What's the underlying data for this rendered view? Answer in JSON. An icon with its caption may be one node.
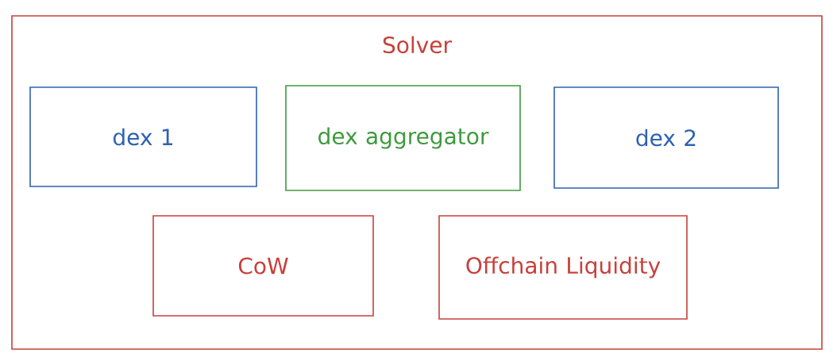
{
  "diagram": {
    "nodes": [
      {
        "text": [
          "Solver"
        ]
      },
      {
        "text": [
          "dex 1"
        ],
        "in": 0
      },
      {
        "text": [
          "dex aggregator"
        ],
        "in": 0
      },
      {
        "text": [
          "dex 2"
        ],
        "in": 0
      },
      {
        "text": [
          "CoW"
        ],
        "in": 0
      },
      {
        "text": [
          "Offchain Liquidity"
        ],
        "in": 0
      }
    ]
  }
}
